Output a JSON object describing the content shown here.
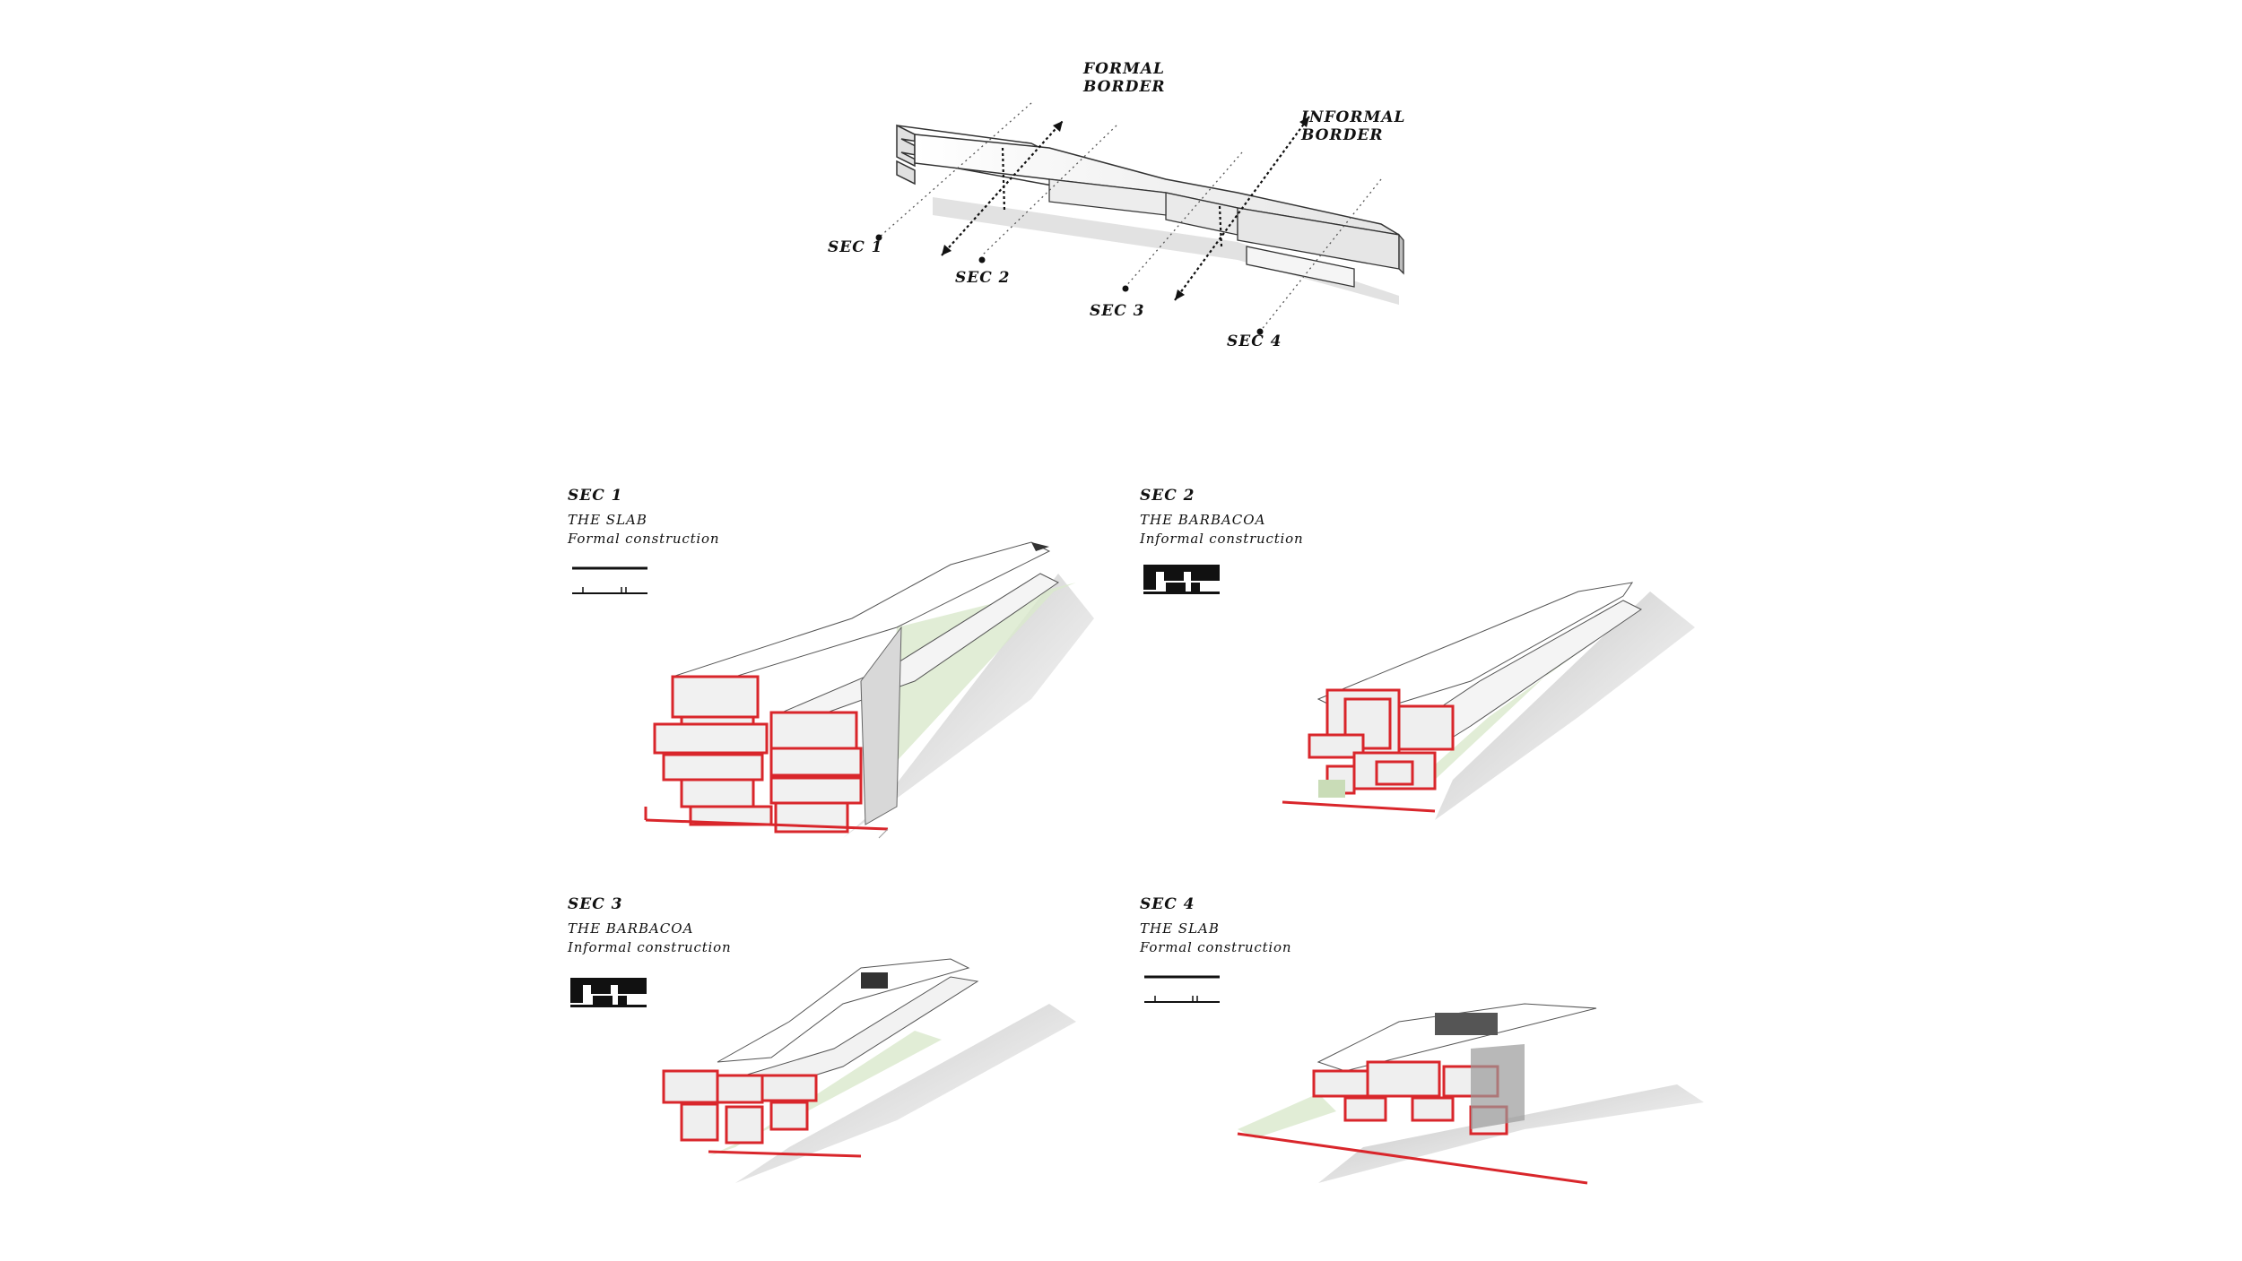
{
  "key_plan": {
    "formal_border": "FORMAL\nBORDER",
    "informal_border": "INFORMAL\nBORDER",
    "markers": [
      "SEC 1",
      "SEC 2",
      "SEC 3",
      "SEC 4"
    ]
  },
  "sections": [
    {
      "id": "SEC 1",
      "name": "THE SLAB",
      "type": "Formal construction",
      "icon": "slab-section-icon"
    },
    {
      "id": "SEC 2",
      "name": "THE BARBACOA",
      "type": "Informal construction",
      "icon": "barbacoa-section-icon"
    },
    {
      "id": "SEC 3",
      "name": "THE BARBACOA",
      "type": "Informal construction",
      "icon": "barbacoa-section-icon"
    },
    {
      "id": "SEC 4",
      "name": "THE SLAB",
      "type": "Formal construction",
      "icon": "slab-section-icon"
    }
  ],
  "colors": {
    "cut": "#d9262b",
    "massing": "#f2f2f2",
    "shadow": "#b8b8b8",
    "ground": "#c9dcb7"
  }
}
